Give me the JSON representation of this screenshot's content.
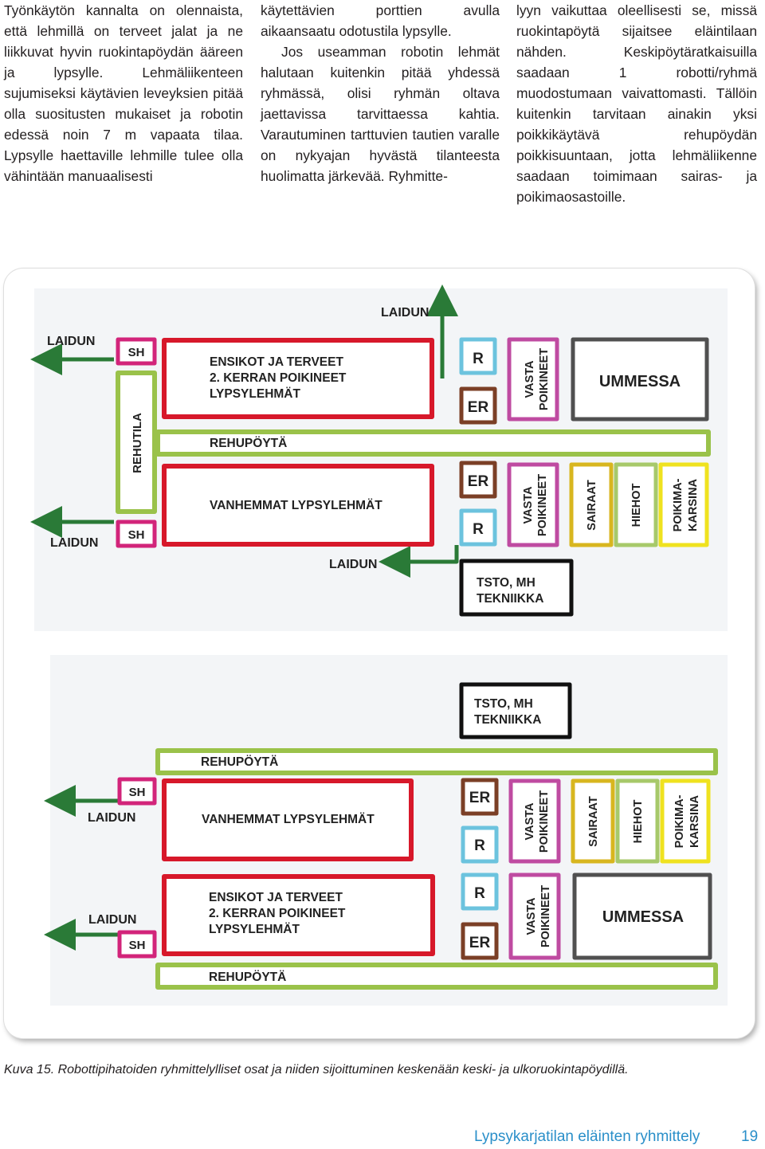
{
  "columns": {
    "col1": "Työnkäytön kannalta on olennaista, että lehmillä on terveet jalat ja ne liikkuvat hyvin ruokintapöydän ääreen ja lypsylle. Lehmäliikenteen sujumiseksi käytävien leveyksien pitää olla suositusten mukaiset ja robotin edessä noin 7 m vapaata tilaa. Lypsylle haettaville lehmille tulee olla vähintään manuaalisesti",
    "col2a": "käytettävien porttien avulla aikaansaatu odotustila lypsylle.",
    "col2b": "Jos useamman robotin lehmät halutaan kuitenkin pitää yhdessä ryhmässä, olisi ryhmän oltava jaettavissa tarvittaessa kahtia. Varautuminen tarttuvien tautien varalle on nykyajan hyvästä tilanteesta huolimatta järkevää. Ryhmitte-",
    "col3": "lyyn vaikuttaa oleellisesti se, missä ruokintapöytä sijaitsee eläintilaan nähden. Keskipöytäratkaisuilla saadaan 1 robotti/ryhmä muodostumaan vaivattomasti. Tällöin kuitenkin tarvitaan ainakin yksi poikkikäytävä rehupöydän poikkisuuntaan, jotta lehmäliikenne saadaan toimimaan sairas- ja poikimaosastoille."
  },
  "diagram": {
    "labels": {
      "laidun": "LAIDUN",
      "sh": "SH",
      "rehutila": "REHUTILA",
      "rehupoyta": "REHUPÖYTÄ",
      "group_young": [
        "ENSIKOT JA TERVEET",
        "2. KERRAN POIKINEET",
        "LYPSYLEHMÄT"
      ],
      "group_old": "VANHEMMAT LYPSYLEHMÄT",
      "r": "R",
      "er": "ER",
      "vasta_poikineet": [
        "VASTA",
        "POIKINEET"
      ],
      "ummessa": "UMMESSA",
      "sairaat": "SAIRAAT",
      "hiehot": "HIEHOT",
      "poikimakarsina": [
        "POIKIMA-",
        "KARSINA"
      ],
      "tsto": [
        "TSTO, MH",
        "TEKNIIKKA"
      ]
    },
    "colors": {
      "pen_red": "#d7182a",
      "sh_pink": "#d2247a",
      "feed_green": "#9ac24a",
      "arrow_green": "#2a7a37",
      "r_blue": "#6cc3de",
      "er_brown": "#7b3f26",
      "vasta_magenta": "#bf4ba1",
      "sairaat_yellow": "#d8b61f",
      "hiehot_green": "#a7c96a",
      "poikima_yellow": "#efe21f",
      "tech_black": "#111111",
      "ummessa_gray": "#505050"
    }
  },
  "caption": {
    "label": "Kuva 15.",
    "text": " Robottipihatoiden ryhmittelylliset osat ja niiden sijoittuminen keskenään keski- ja ulkoruokintapöydillä."
  },
  "footer": {
    "title": "Lypsykarjatilan eläinten ryhmittely",
    "page": "19"
  }
}
